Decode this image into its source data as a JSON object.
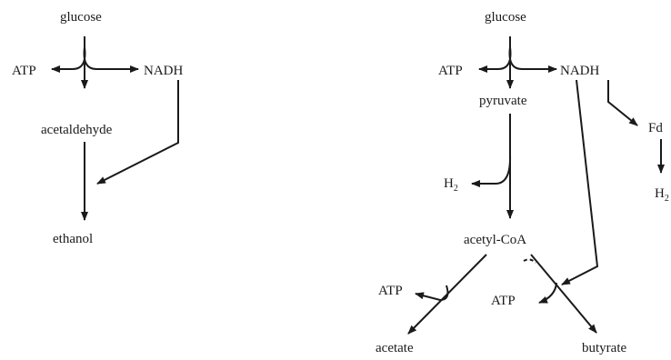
{
  "fermentation_a": {
    "glucose": "glucose",
    "atp": "ATP",
    "nadh": "NADH",
    "acetaldehyde": "acetaldehyde",
    "ethanol": "ethanol"
  },
  "fermentation_b": {
    "glucose": "glucose",
    "atp_top": "ATP",
    "nadh": "NADH",
    "pyruvate": "pyruvate",
    "fd": "Fd",
    "h2_left": "H",
    "h2_left_sub": "2",
    "h2_right": "H",
    "h2_right_sub": "2",
    "acetyl_coa": "acetyl-CoA",
    "atp_acetate": "ATP",
    "atp_butyrate": "ATP",
    "acetate": "acetate",
    "butyrate": "butyrate"
  },
  "colors": {
    "ink": "#1a1a1a",
    "background": "#ffffff"
  }
}
